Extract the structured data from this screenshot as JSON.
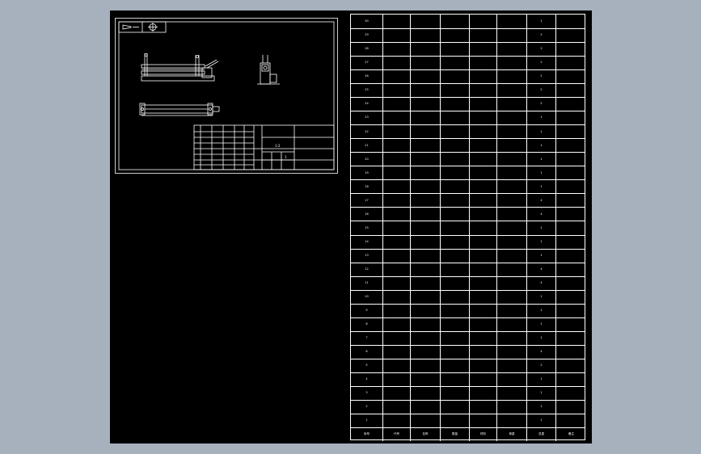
{
  "viewport": {
    "background": "#a7b0bd",
    "canvas": "#000000",
    "line_color": "#ffffff"
  },
  "drawing": {
    "frame_marks": "",
    "title_block": {
      "scale": "1:2",
      "sheet": "1"
    }
  },
  "bom": {
    "columns": [
      "序号",
      "代号",
      "名称",
      "数量",
      "材料",
      "单重",
      "总重",
      "备注"
    ],
    "rows": [
      {
        "no": "30",
        "qty": "1"
      },
      {
        "no": "29",
        "qty": "2"
      },
      {
        "no": "28",
        "qty": "2"
      },
      {
        "no": "27",
        "qty": "2"
      },
      {
        "no": "26",
        "qty": "2"
      },
      {
        "no": "25",
        "qty": "2"
      },
      {
        "no": "24",
        "qty": "2"
      },
      {
        "no": "23",
        "qty": "1"
      },
      {
        "no": "22",
        "qty": "1"
      },
      {
        "no": "21",
        "qty": "1"
      },
      {
        "no": "20",
        "qty": "1"
      },
      {
        "no": "19",
        "qty": "1"
      },
      {
        "no": "18",
        "qty": "1"
      },
      {
        "no": "17",
        "qty": "4"
      },
      {
        "no": "16",
        "qty": "4"
      },
      {
        "no": "15",
        "qty": "1"
      },
      {
        "no": "14",
        "qty": "1"
      },
      {
        "no": "13",
        "qty": "1"
      },
      {
        "no": "12",
        "qty": "4"
      },
      {
        "no": "11",
        "qty": "4"
      },
      {
        "no": "10",
        "qty": "1"
      },
      {
        "no": "9",
        "qty": "1"
      },
      {
        "no": "8",
        "qty": "1"
      },
      {
        "no": "7",
        "qty": "1"
      },
      {
        "no": "6",
        "qty": "4"
      },
      {
        "no": "5",
        "qty": "2"
      },
      {
        "no": "4",
        "qty": "1"
      },
      {
        "no": "3",
        "qty": "1"
      },
      {
        "no": "2",
        "qty": "1"
      },
      {
        "no": "1",
        "qty": "1"
      }
    ]
  }
}
